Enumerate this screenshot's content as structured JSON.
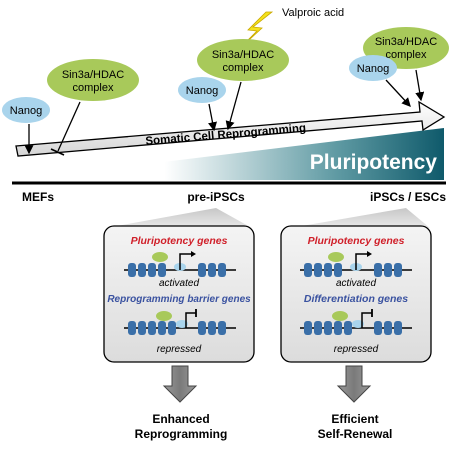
{
  "labels": {
    "valproic_acid": "Valproic acid",
    "sin3a_hdac_line1": "Sin3a/HDAC",
    "sin3a_hdac_line2": "complex",
    "nanog": "Nanog",
    "somatic_cell_reprogramming": "Somatic Cell Reprogramming",
    "pluripotency": "Pluripotency"
  },
  "stages": {
    "mefs": "MEFs",
    "pre_ipscs": "pre-iPSCs",
    "ipscs_escs": "iPSCs / ESCs"
  },
  "panels": {
    "left": {
      "top_gene_label": "Pluripotency genes",
      "top_state": "activated",
      "bottom_gene_label": "Reprogramming barrier genes",
      "bottom_state": "repressed",
      "outcome_line1": "Enhanced",
      "outcome_line2": "Reprogramming"
    },
    "right": {
      "top_gene_label": "Pluripotency genes",
      "top_state": "activated",
      "bottom_gene_label": "Differentiation genes",
      "bottom_state": "repressed",
      "outcome_line1": "Efficient",
      "outcome_line2": "Self-Renewal"
    }
  },
  "colors": {
    "sin3a_complex_fill": "#a8c95a",
    "nanog_fill": "#a9d4ec",
    "pluripotency_gradient_start": "#ffffff",
    "pluripotency_gradient_end": "#0f5a6b",
    "pluripotency_gene_text": "#d0202a",
    "repressed_gene_text": "#3a52a0",
    "lightning_fill": "#f4e21c",
    "down_arrow_fill": "#808080"
  }
}
